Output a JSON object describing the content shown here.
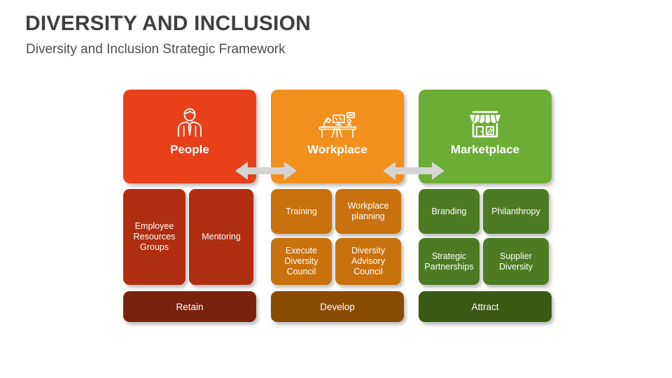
{
  "slide": {
    "title": "DIVERSITY AND INCLUSION",
    "subtitle": "Diversity and Inclusion Strategic Framework"
  },
  "colors": {
    "title_text": "#404040",
    "subtitle_text": "#4d4d4d",
    "background": "#ffffff",
    "arrow": "#D4D4D4",
    "people_header": "#E8401A",
    "people_sub": "#B02E10",
    "people_footer": "#7A230C",
    "workplace_header": "#F2901E",
    "workplace_sub": "#C9710C",
    "workplace_footer": "#8A4B05",
    "marketplace_header": "#6BAD35",
    "marketplace_sub": "#4C7B22",
    "marketplace_footer": "#3A5914"
  },
  "columns": [
    {
      "key": "people",
      "header": "People",
      "icon": "businessperson-icon",
      "subs": [
        "Employee Resources Groups",
        "Mentoring"
      ],
      "footer": "Retain"
    },
    {
      "key": "workplace",
      "header": "Workplace",
      "icon": "workstation-desk-icon",
      "subs": [
        "Training",
        "Workplace planning",
        "Execute Diversity Council",
        "Diversity Advisory Council"
      ],
      "footer": "Develop"
    },
    {
      "key": "marketplace",
      "header": "Marketplace",
      "icon": "storefront-icon",
      "subs": [
        "Branding",
        "Philanthropy",
        "Strategic Partnerships",
        "Supplier Diversity"
      ],
      "footer": "Attract"
    }
  ],
  "connectors": [
    {
      "name": "people-workplace-arrow",
      "icon": "double-headed-arrow-icon"
    },
    {
      "name": "workplace-marketplace-arrow",
      "icon": "double-headed-arrow-icon"
    }
  ]
}
